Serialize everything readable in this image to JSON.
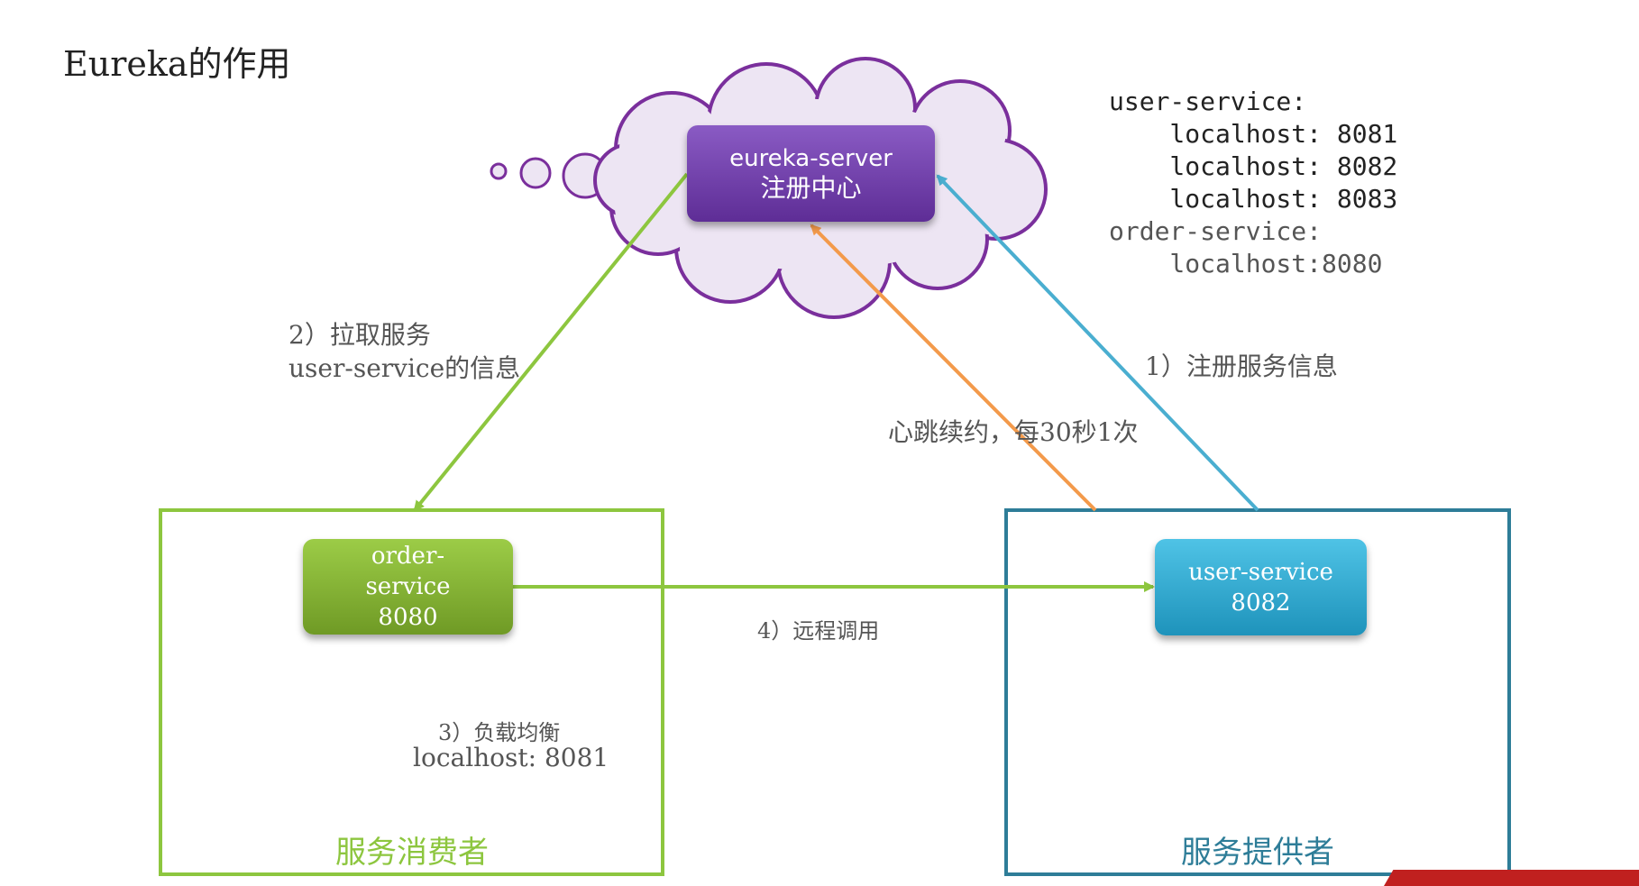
{
  "title": "Eureka的作用",
  "registry_listing": [
    "user-service:",
    "    localhost: 8081",
    "    localhost: 8082",
    "    localhost: 8083",
    "order-service:",
    "    localhost:8080"
  ],
  "nodes": {
    "eureka": {
      "line1": "eureka-server",
      "line2": "注册中心"
    },
    "order": {
      "line1": "order-",
      "line2": "service",
      "line3": "8080"
    },
    "user": {
      "line1": "user-service",
      "line2": "8082"
    }
  },
  "groups": {
    "consumer": "服务消费者",
    "provider": "服务提供者"
  },
  "steps": {
    "pull_line1": "2）拉取服务",
    "pull_line2": "user-service的信息",
    "register": "1）注册服务信息",
    "heartbeat": "心跳续约，每30秒1次",
    "remote_call": "4）远程调用",
    "load_balance_line1": "3）负载均衡",
    "load_balance_line2": "localhost: 8081"
  },
  "colors": {
    "cloud_fill": "#ede5f3",
    "cloud_stroke": "#7a2f9c",
    "consumer_green": "#8dc63f",
    "provider_blue": "#2e7d98",
    "arrow_blue": "#4aaed0",
    "arrow_orange": "#f39a4b",
    "banner_red": "#c0201f"
  }
}
